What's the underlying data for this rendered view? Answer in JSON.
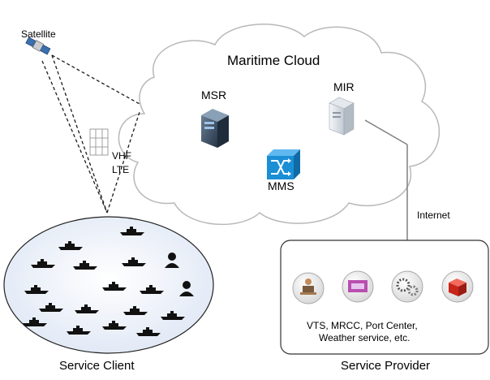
{
  "labels": {
    "satellite": "Satellite",
    "cloud_title": "Maritime Cloud",
    "msr": "MSR",
    "mir": "MIR",
    "mms": "MMS",
    "vhf": "VHF",
    "lte": "LTE",
    "internet": "Internet",
    "service_client": "Service Client",
    "service_provider": "Service Provider",
    "services_line1": "VTS, MRCC, Port Center,",
    "services_line2": "Weather service, etc."
  },
  "client_area": {
    "ships": 16,
    "persons": 2
  },
  "provider_icons": [
    "person-desk-icon",
    "ship-screen-icon",
    "gears-icon",
    "red-cube-icon"
  ],
  "colors": {
    "cloud_fill": "#ffffff",
    "cloud_stroke": "#b8b8b8",
    "client_fill": "#e9eef8",
    "server_dark": "#34495e",
    "switch_blue": "#1b8fd6",
    "ship": "#111111",
    "line": "#7f7f7f"
  }
}
